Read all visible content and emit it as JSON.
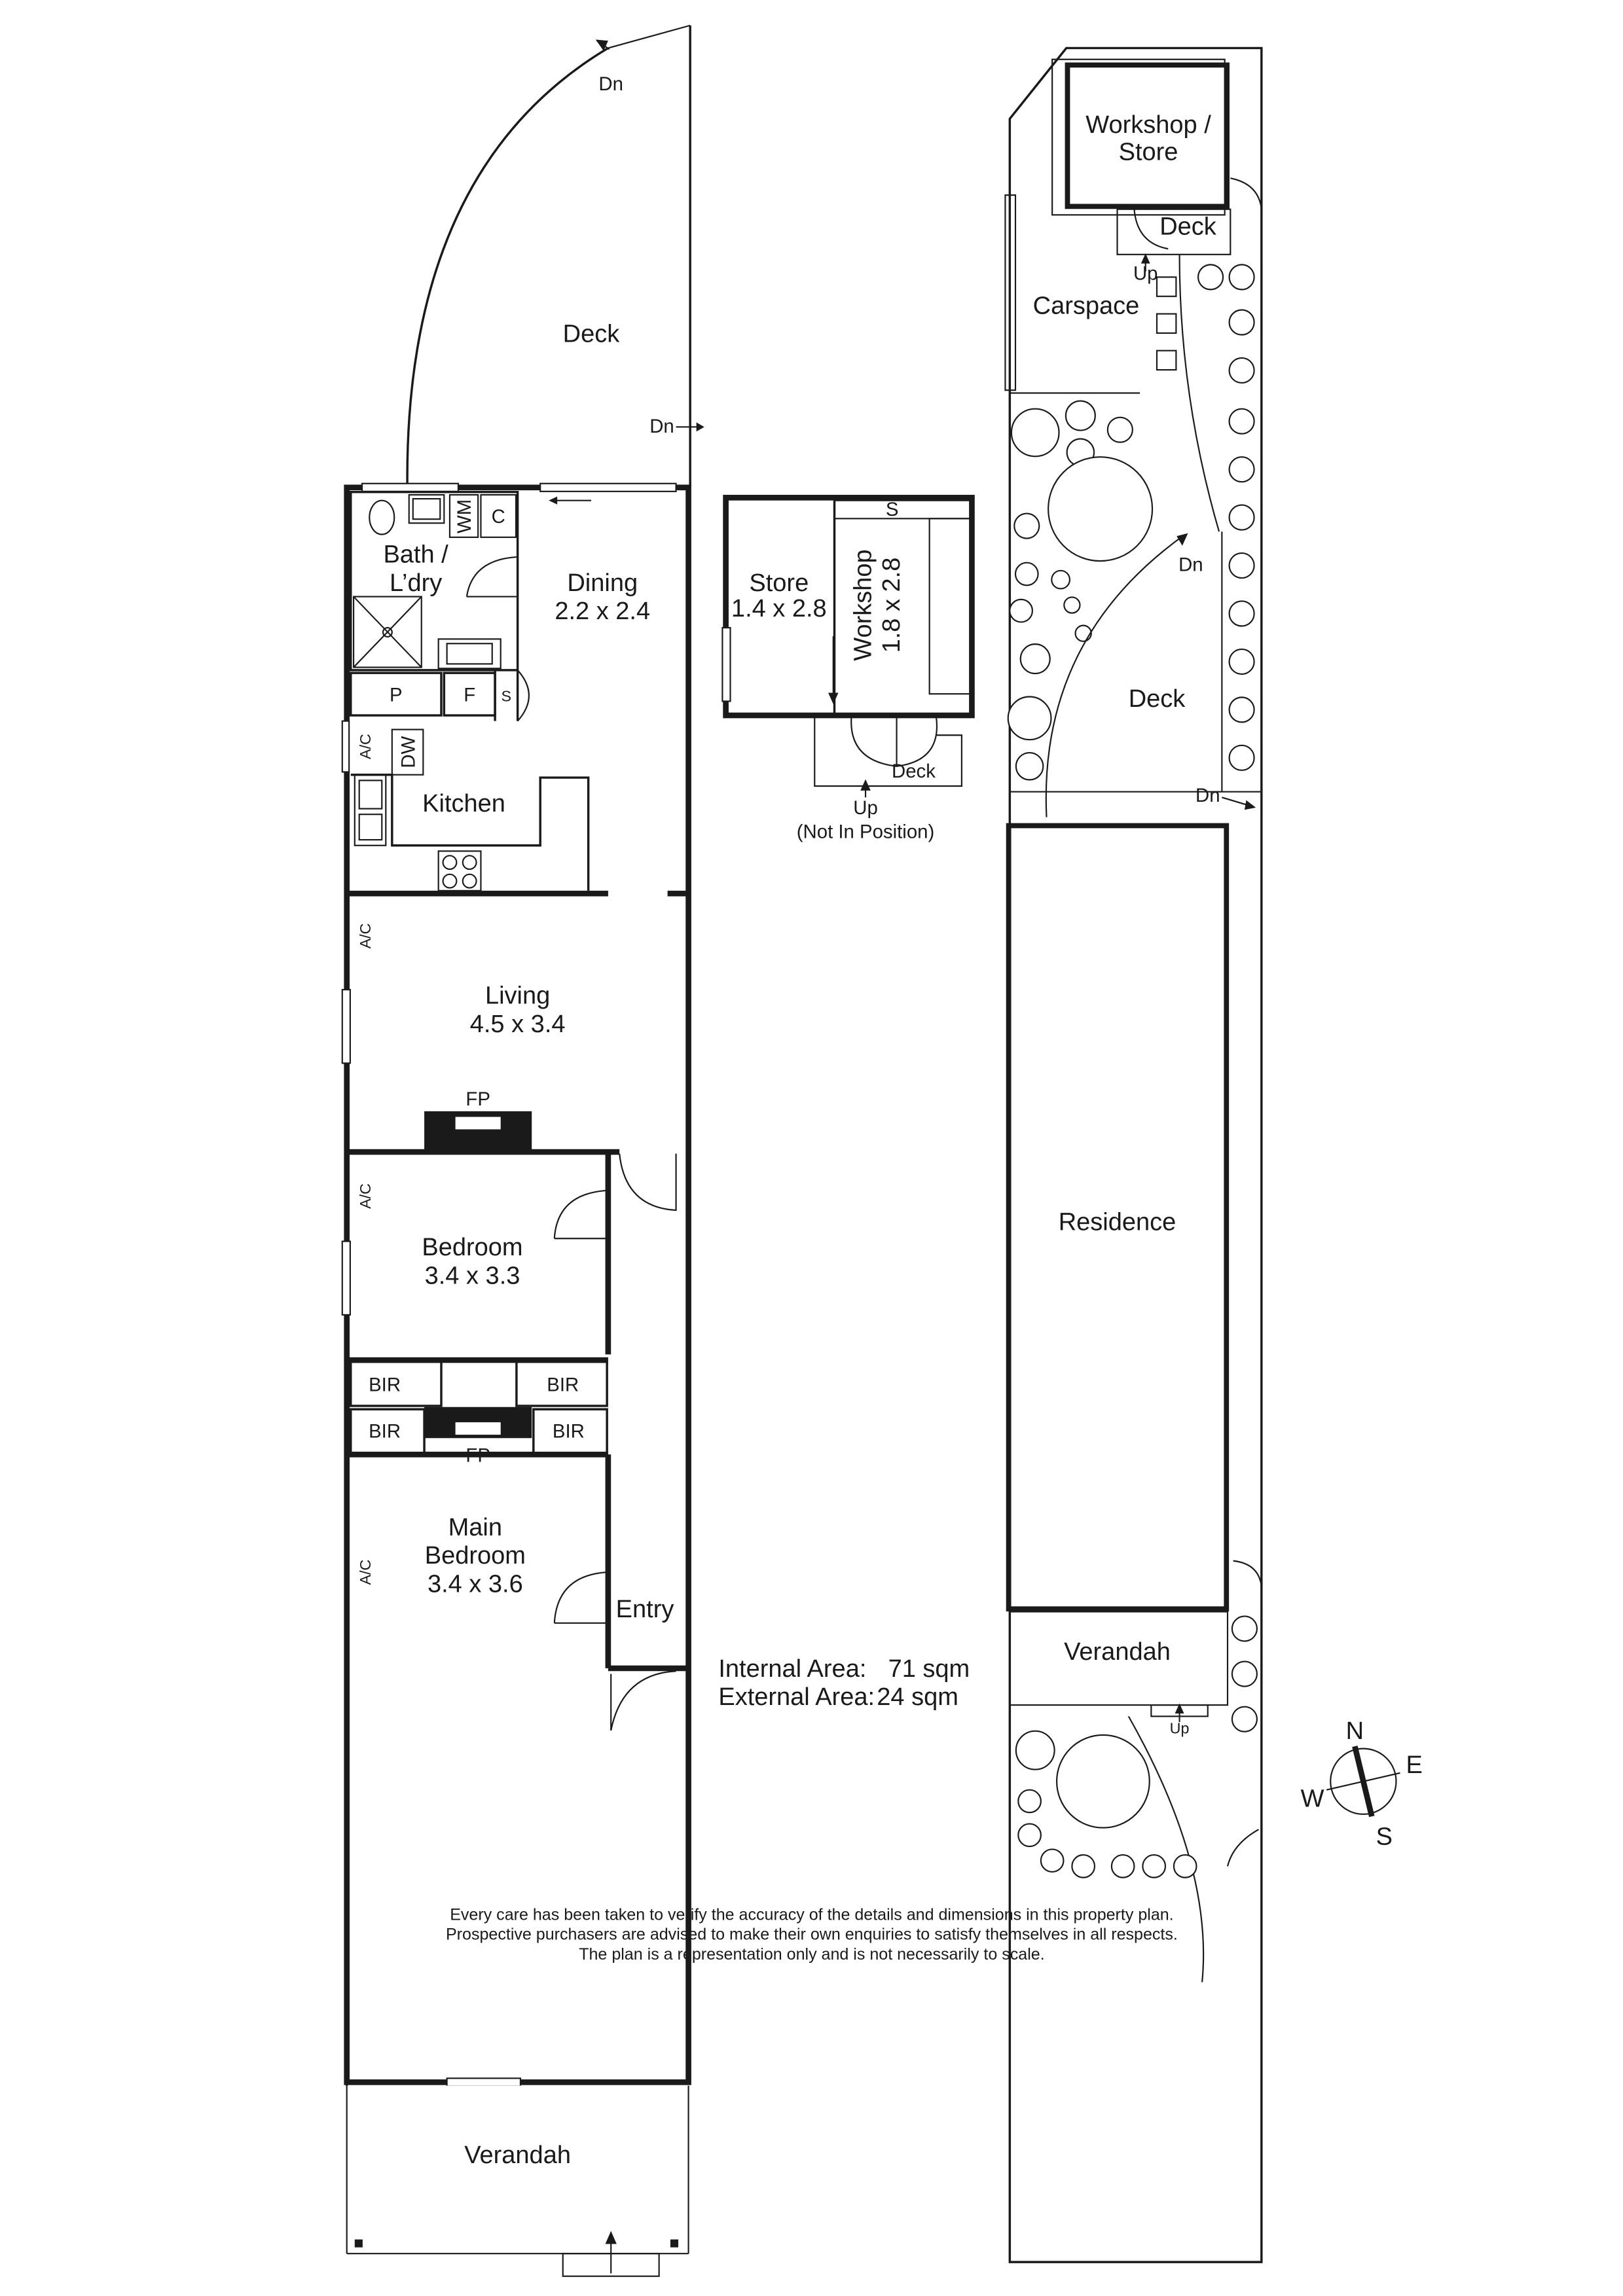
{
  "floor_plan": {
    "rooms": {
      "deck_top": "Deck",
      "bath": "Bath /",
      "laundry": "L’dry",
      "dining": "Dining",
      "dining_dim": "2.2 x 2.4",
      "kitchen": "Kitchen",
      "living": "Living",
      "living_dim": "4.5 x 3.4",
      "bedroom": "Bedroom",
      "bedroom_dim": "3.4 x 3.3",
      "main_bedroom_1": "Main",
      "main_bedroom_2": "Bedroom",
      "main_bedroom_dim": "3.4 x 3.6",
      "entry": "Entry",
      "verandah": "Verandah"
    },
    "fixtures": {
      "wm": "WM",
      "cupboard": "C",
      "pantry": "P",
      "fridge": "F",
      "s": "S",
      "ac": "A/C",
      "dw": "DW",
      "fp": "FP",
      "bir": "BIR"
    },
    "stairs": {
      "dn": "Dn",
      "up": "Up"
    }
  },
  "outbuilding": {
    "store": "Store",
    "store_dim": "1.4 x 2.8",
    "workshop": "Workshop",
    "workshop_dim": "1.8 x 2.8",
    "shelf": "S",
    "deck": "Deck",
    "up": "Up",
    "note": "(Not In Position)"
  },
  "site_plan": {
    "workshop_store_1": "Workshop /",
    "workshop_store_2": "Store",
    "deck_small": "Deck",
    "up": "Up",
    "carspace": "Carspace",
    "deck_large": "Deck",
    "dn": "Dn",
    "residence": "Residence",
    "verandah": "Verandah",
    "up_front": "Up"
  },
  "areas": {
    "internal_label": "Internal Area:",
    "internal_value": "71 sqm",
    "external_label": "External Area:",
    "external_value": "24 sqm"
  },
  "compass": {
    "n": "N",
    "e": "E",
    "s": "S",
    "w": "W"
  },
  "disclaimer": [
    "Every care has been taken to verify the accuracy of the details and dimensions in this property plan.",
    "Prospective purchasers are advised to make their own enquiries to satisfy themselves in all respects.",
    "The plan is a representation only and is not necessarily to scale."
  ]
}
